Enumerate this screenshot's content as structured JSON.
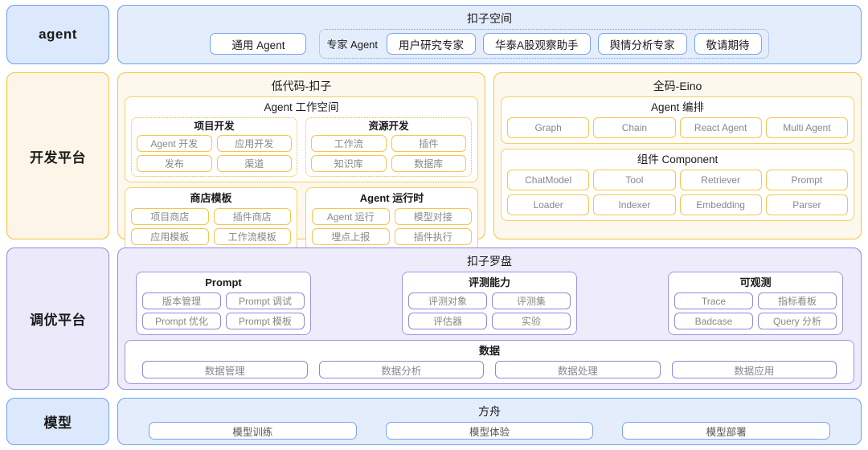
{
  "diagram": {
    "rows": [
      {
        "id": "agent",
        "label": "agent",
        "panel_title": "扣子空间",
        "general_agent": "通用 Agent",
        "expert_label": "专家 Agent",
        "expert_items": [
          "用户研究专家",
          "华泰A股观察助手",
          "舆情分析专家",
          "敬请期待"
        ]
      },
      {
        "id": "dev-platform",
        "label": "开发平台",
        "left": {
          "title": "低代码-扣子",
          "workspace": {
            "title": "Agent 工作空间",
            "groups": [
              {
                "title": "项目开发",
                "items": [
                  "Agent 开发",
                  "应用开发",
                  "发布",
                  "渠道"
                ]
              },
              {
                "title": "资源开发",
                "items": [
                  "工作流",
                  "插件",
                  "知识库",
                  "数据库"
                ]
              }
            ]
          },
          "cards": [
            {
              "title": "商店模板",
              "items": [
                "项目商店",
                "插件商店",
                "应用模板",
                "工作流模板"
              ]
            },
            {
              "title": "Agent 运行时",
              "items": [
                "Agent 运行",
                "模型对接",
                "埋点上报",
                "插件执行"
              ]
            }
          ]
        },
        "right": {
          "title": "全码-Eino",
          "cards": [
            {
              "title": "Agent 编排",
              "items": [
                "Graph",
                "Chain",
                "React Agent",
                "Multi Agent"
              ]
            },
            {
              "title": "组件 Component",
              "items": [
                "ChatModel",
                "Tool",
                "Retriever",
                "Prompt",
                "Loader",
                "Indexer",
                "Embedding",
                "Parser"
              ]
            }
          ]
        }
      },
      {
        "id": "tuning-platform",
        "label": "调优平台",
        "panel_title": "扣子罗盘",
        "cards": [
          {
            "title": "Prompt",
            "items": [
              "版本管理",
              "Prompt 调试",
              "Prompt 优化",
              "Prompt 模板"
            ]
          },
          {
            "title": "评测能力",
            "items": [
              "评测对象",
              "评测集",
              "评估器",
              "实验"
            ]
          },
          {
            "title": "可观测",
            "items": [
              "Trace",
              "指标看板",
              "Badcase",
              "Query 分析"
            ]
          }
        ],
        "data_card": {
          "title": "数据",
          "items": [
            "数据管理",
            "数据分析",
            "数据处理",
            "数据应用"
          ]
        }
      },
      {
        "id": "model",
        "label": "模型",
        "panel_title": "方舟",
        "items": [
          "模型训练",
          "模型体验",
          "模型部署"
        ]
      }
    ]
  },
  "colors": {
    "blue_border": "#6e9fe8",
    "blue_fill": "#e4edfc",
    "orange_border": "#f5c33b",
    "orange_fill": "#fdf8ee",
    "purple_border": "#8e8ae0",
    "purple_fill": "#eeecfb"
  }
}
